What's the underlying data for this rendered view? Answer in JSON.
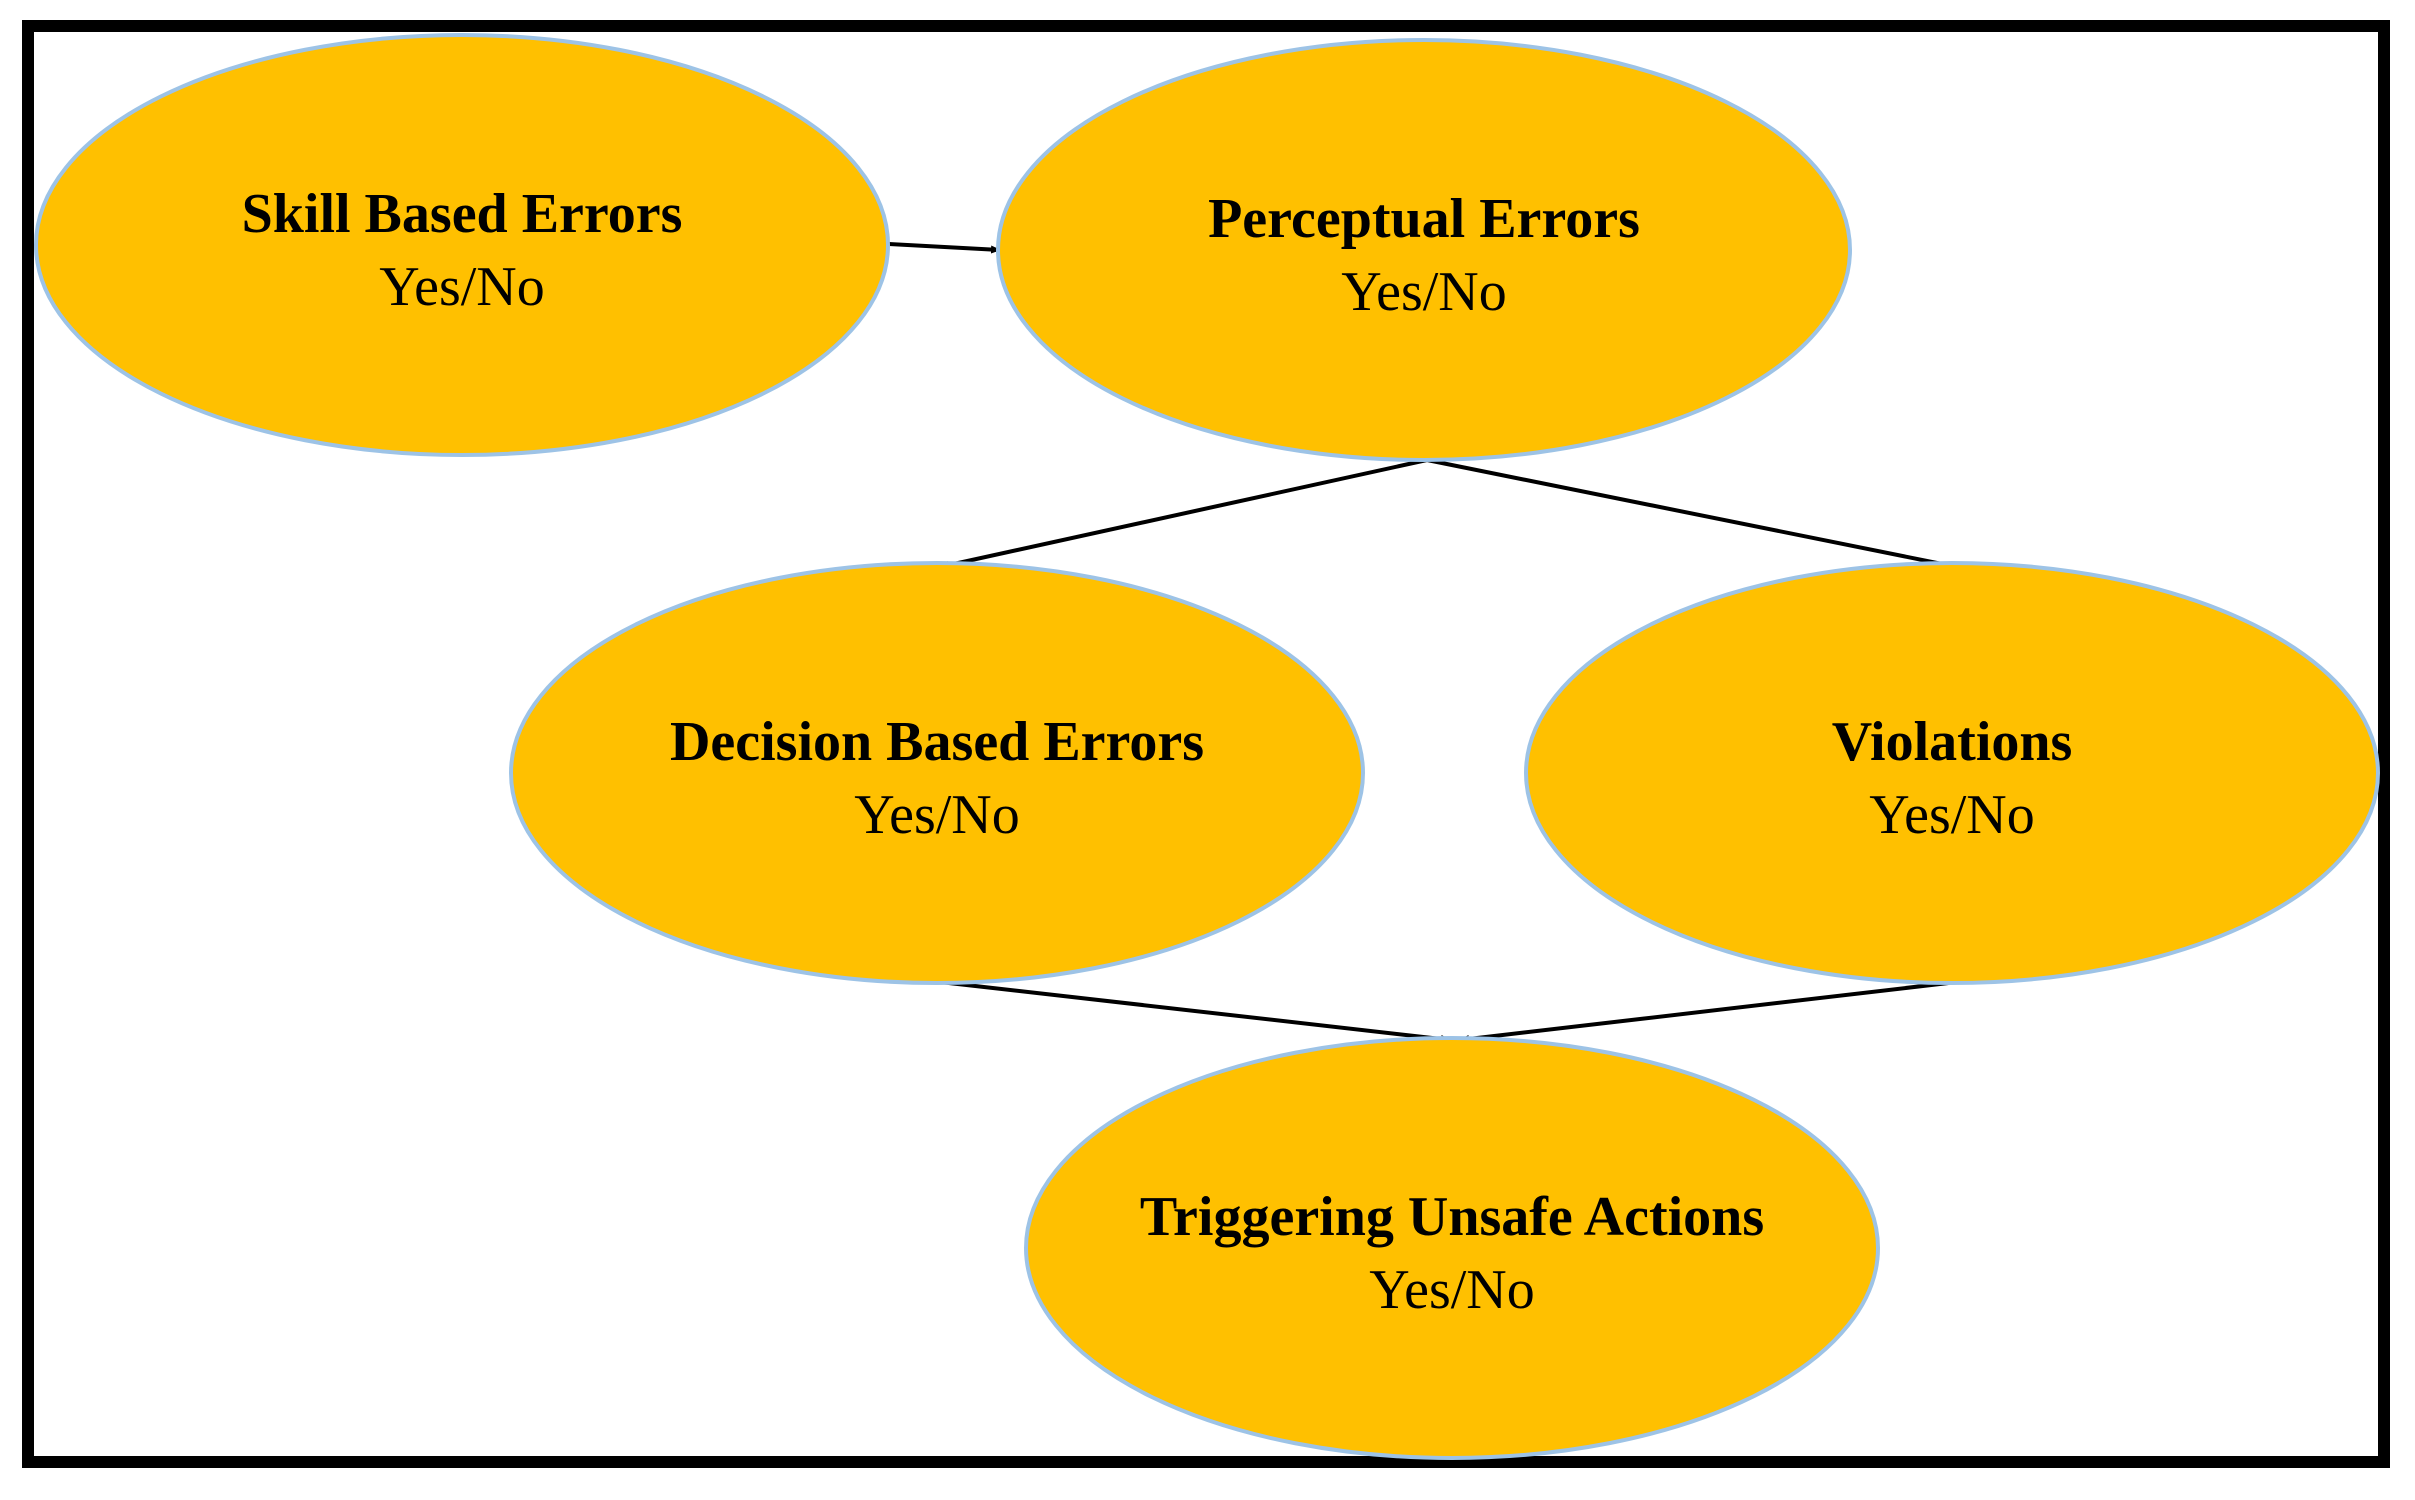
{
  "colors": {
    "node_fill": "#FFC000",
    "node_stroke": "#9DC3E6",
    "edge": "#000000",
    "frame": "#000000"
  },
  "nodes": {
    "skill_based_errors": {
      "title": "Skill Based Errors",
      "value": "Yes/No"
    },
    "perceptual_errors": {
      "title": "Perceptual Errors",
      "value": "Yes/No"
    },
    "decision_based_errors": {
      "title": "Decision Based Errors",
      "value": "Yes/No"
    },
    "violations": {
      "title": "Violations",
      "value": "Yes/No"
    },
    "triggering_unsafe_actions": {
      "title": "Triggering Unsafe Actions",
      "value": "Yes/No"
    }
  },
  "edges": [
    {
      "from": "skill_based_errors",
      "to": "perceptual_errors"
    },
    {
      "from": "perceptual_errors",
      "to": "decision_based_errors"
    },
    {
      "from": "perceptual_errors",
      "to": "violations"
    },
    {
      "from": "decision_based_errors",
      "to": "triggering_unsafe_actions"
    },
    {
      "from": "violations",
      "to": "triggering_unsafe_actions"
    }
  ]
}
